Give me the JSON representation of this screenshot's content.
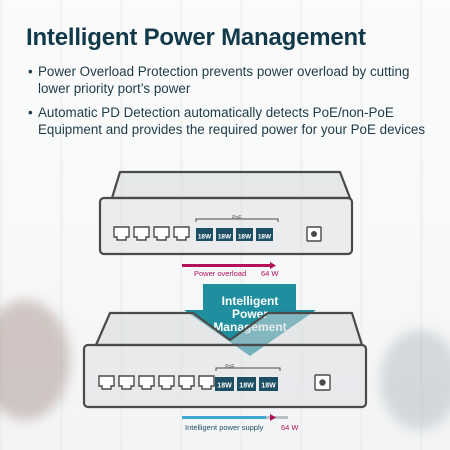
{
  "title": "Intelligent Power Management",
  "bullets": [
    {
      "text": "Power Overload Protection prevents power overload by cutting lower priority port’s power"
    },
    {
      "text": "Automatic PD Detection automatically detects PoE/non-PoE Equipment and provides the required power for your PoE devices"
    }
  ],
  "top_switch": {
    "poe_group_label": "PoE",
    "port_labels": [
      "18W",
      "18W",
      "18W",
      "18W"
    ],
    "overload_label": "Power overload",
    "overload_value": "64 W",
    "overload_color": "#b3125a"
  },
  "arrow": {
    "text_lines": [
      "Intelligent",
      "Power",
      "Management"
    ],
    "color": "#1f8fa0"
  },
  "bottom_switch": {
    "poe_group_label": "PoE",
    "port_labels": [
      "18W",
      "18W",
      "18W"
    ],
    "supply_label": "Intelligent power supply",
    "supply_value": "64 W",
    "supply_color": "#3ea9d0"
  },
  "colors": {
    "title": "#12394a",
    "port_active": "#1d4f64",
    "switch_outline": "#4a4a4a",
    "accent_red": "#b3125a"
  }
}
